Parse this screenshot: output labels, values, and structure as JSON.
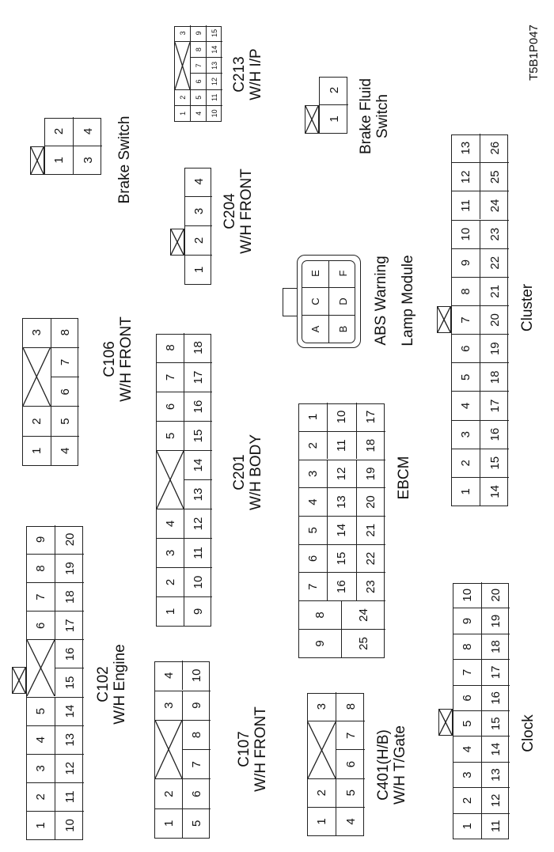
{
  "figure_ref": "T5B1P047",
  "connectors": {
    "c102": {
      "name": "C102",
      "sub": "W/H Engine",
      "rows": [
        [
          "1",
          "2",
          "3",
          "4",
          "5",
          "X",
          "X",
          "6",
          "7",
          "8",
          "9"
        ],
        [
          "10",
          "11",
          "12",
          "13",
          "14",
          "15",
          "16",
          "17",
          "18",
          "19",
          "20"
        ]
      ]
    },
    "c107": {
      "name": "C107",
      "sub": "W/H FRONT",
      "rows": [
        [
          "1",
          "2",
          "X",
          "X",
          "3",
          "4"
        ],
        [
          "5",
          "6",
          "7",
          "8",
          "9",
          "10"
        ]
      ]
    },
    "c401": {
      "name": "C401(H/B)",
      "sub": "W/H T/Gate",
      "rows": [
        [
          "1",
          "2",
          "X",
          "X",
          "3"
        ],
        [
          "4",
          "5",
          "6",
          "7",
          "8"
        ]
      ]
    },
    "clock": {
      "name": "Clock",
      "rows": [
        [
          "1",
          "2",
          "3",
          "4",
          "5",
          "6",
          "7",
          "8",
          "9",
          "10"
        ],
        [
          "11",
          "12",
          "13",
          "14",
          "15",
          "16",
          "17",
          "18",
          "19",
          "20"
        ]
      ]
    },
    "c106": {
      "name": "C106",
      "sub": "W/H FRONT",
      "rows": [
        [
          "1",
          "2",
          "X",
          "X",
          "3"
        ],
        [
          "4",
          "5",
          "6",
          "7",
          "8"
        ]
      ]
    },
    "c201": {
      "name": "C201",
      "sub": "W/H BODY",
      "rows": [
        [
          "1",
          "2",
          "3",
          "4",
          "X",
          "X",
          "5",
          "6",
          "7",
          "8"
        ],
        [
          "9",
          "10",
          "11",
          "12",
          "13",
          "14",
          "15",
          "16",
          "17",
          "18"
        ]
      ]
    },
    "ebcm": {
      "name": "EBCM",
      "wide": [
        [
          "9",
          "25"
        ],
        [
          "8",
          "24"
        ]
      ],
      "rows": [
        [
          "7",
          "6",
          "5",
          "4",
          "3",
          "2",
          "1"
        ],
        [
          "16",
          "15",
          "14",
          "13",
          "12",
          "11",
          "10"
        ],
        [
          "23",
          "22",
          "21",
          "20",
          "19",
          "18",
          "17"
        ]
      ]
    },
    "cluster": {
      "name": "Cluster",
      "rows": [
        [
          "1",
          "2",
          "3",
          "4",
          "5",
          "6",
          "7",
          "8",
          "9",
          "10",
          "11",
          "12",
          "13"
        ],
        [
          "14",
          "15",
          "16",
          "17",
          "18",
          "19",
          "20",
          "21",
          "22",
          "23",
          "24",
          "25",
          "26"
        ]
      ]
    },
    "c204": {
      "name": "C204",
      "sub": "W/H FRONT",
      "rows": [
        [
          "1",
          "2",
          "3",
          "4"
        ]
      ]
    },
    "abs": {
      "name": "ABS Warning",
      "sub": "Lamp Module",
      "rows": [
        [
          "A",
          "C",
          "E"
        ],
        [
          "B",
          "D",
          "F"
        ]
      ]
    },
    "brake_switch": {
      "name": "Brake Switch",
      "rows": [
        [
          "1",
          "2"
        ],
        [
          "3",
          "4"
        ]
      ]
    },
    "c213": {
      "name": "C213",
      "sub": "W/H I/P",
      "rows": [
        [
          "1",
          "2",
          "X",
          "X",
          "X",
          "3"
        ],
        [
          "4",
          "5",
          "6",
          "7",
          "8",
          "9"
        ],
        [
          "10",
          "11",
          "12",
          "13",
          "14",
          "15"
        ]
      ]
    },
    "brake_fluid": {
      "name": "Brake Fluid",
      "sub": "Switch",
      "rows": [
        [
          "1",
          "2"
        ]
      ]
    }
  }
}
